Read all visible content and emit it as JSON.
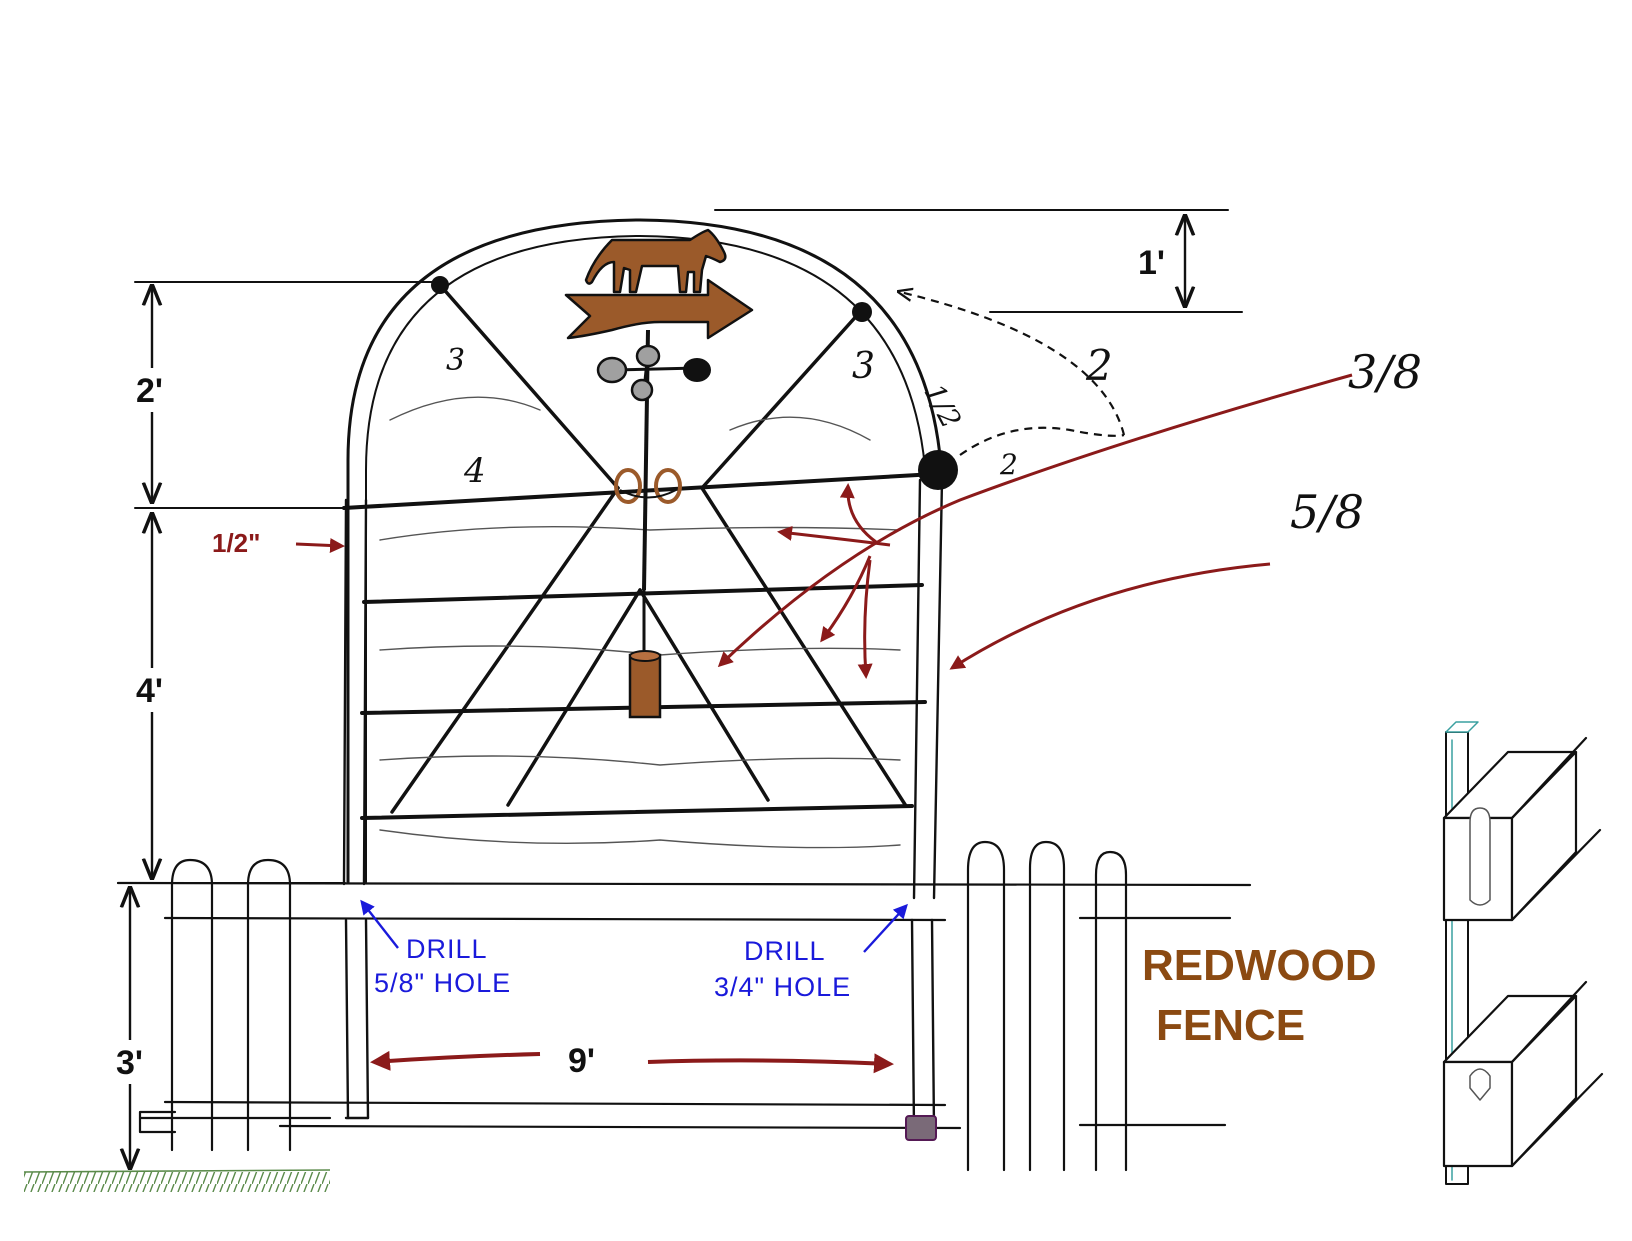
{
  "colors": {
    "ink": "#111111",
    "dark_red": "#8b1a1a",
    "blue": "#1a1adb",
    "brown": "#8b4a12",
    "horse_brown": "#9b5a2a",
    "ground_green": "#5a8a4a"
  },
  "icons": [
    "horse-weathervane-icon",
    "arrow-weathervane-icon",
    "wind-cups-icon",
    "counterweight-icon"
  ],
  "dimensions": {
    "arch_height": "1'",
    "upper_height": "2'",
    "gate_height": "4'",
    "fence_height": "3'",
    "opening_width": "9'"
  },
  "sizes": {
    "post_diameter": "1/2\"",
    "rod_three_eighths": "3/8",
    "rod_five_eighths": "5/8"
  },
  "drill_left": {
    "line1": "DRILL",
    "line2": "5/8\"  HOLE"
  },
  "drill_right": {
    "line1": "DRILL",
    "line2": "3/4\" HOLE"
  },
  "fence_label": {
    "line1": "REDWOOD",
    "line2": "FENCE"
  },
  "handwritten_marks": {
    "arch_left": "3",
    "arch_right": "3",
    "arch_end": "1/2",
    "curve_mark": "2",
    "small_mark": "2",
    "crossbar_mark": "4"
  }
}
